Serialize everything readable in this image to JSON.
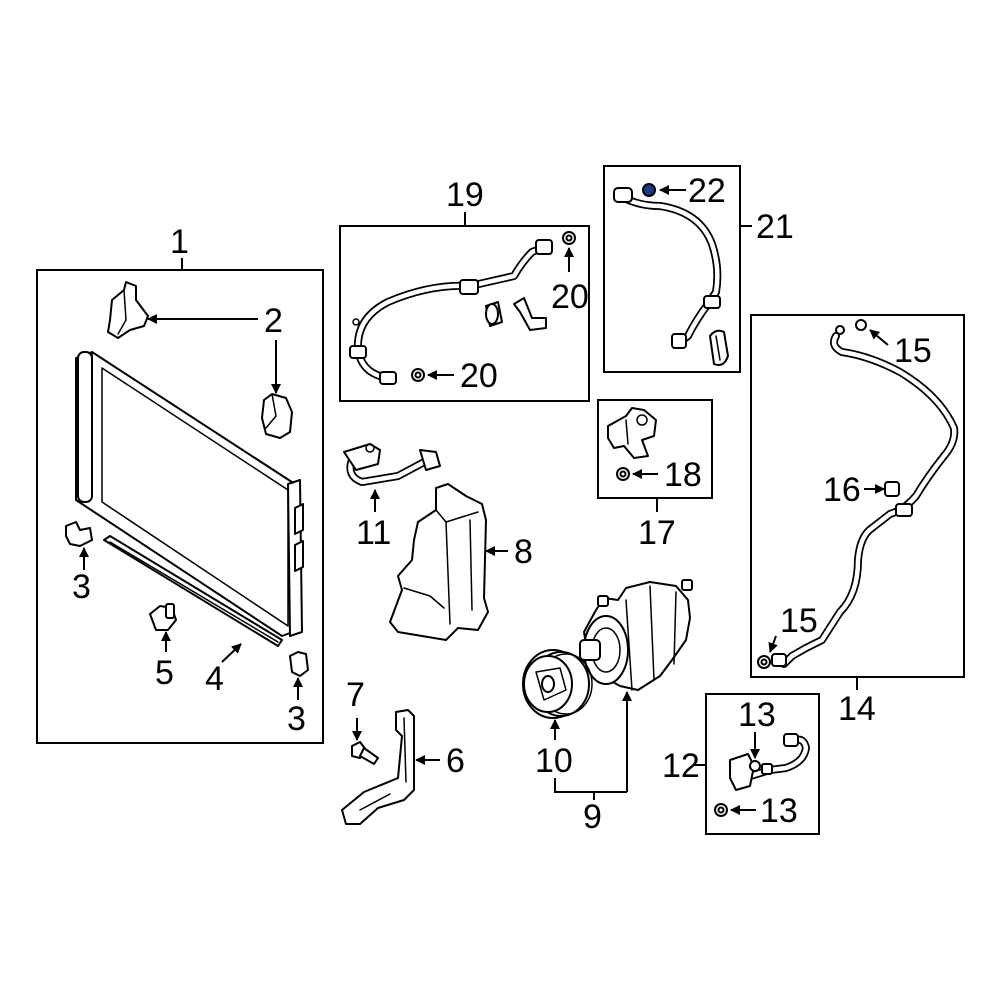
{
  "callouts": {
    "c1": "1",
    "c2": "2",
    "c3a": "3",
    "c3b": "3",
    "c4": "4",
    "c5": "5",
    "c6": "6",
    "c7": "7",
    "c8": "8",
    "c9": "9",
    "c10": "10",
    "c11": "11",
    "c12": "12",
    "c13a": "13",
    "c13b": "13",
    "c14": "14",
    "c15a": "15",
    "c15b": "15",
    "c16": "16",
    "c17": "17",
    "c18": "18",
    "c19": "19",
    "c20a": "20",
    "c20b": "20",
    "c21": "21",
    "c22": "22"
  },
  "colors": {
    "line": "#000000",
    "background": "#ffffff",
    "highlight": "#1a3a8a"
  }
}
